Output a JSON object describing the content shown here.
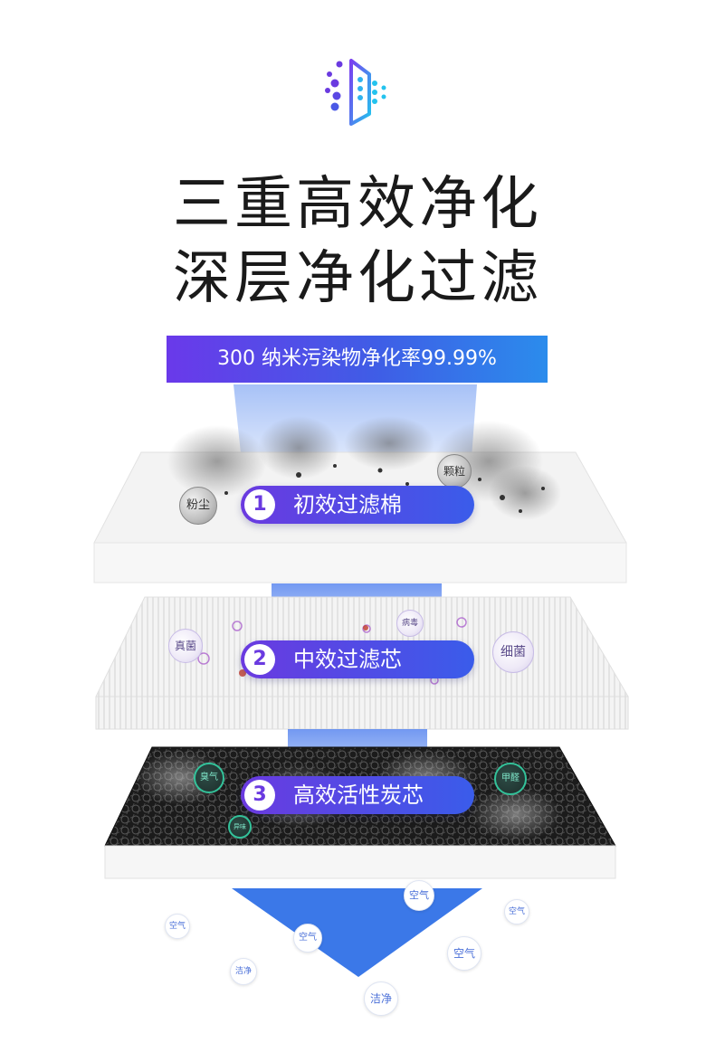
{
  "headline": {
    "line1": "三重高效净化",
    "line2": "深层净化过滤"
  },
  "banner": {
    "text": "300 纳米污染物净化率99.99%"
  },
  "colors": {
    "accent_purple": "#6a39ea",
    "accent_blue": "#3f5de6",
    "arrow_blue": "#3b78e8"
  },
  "icons": {
    "logo": "purification-filter-icon",
    "down_arrow": "downward-flow-arrow"
  },
  "layers": [
    {
      "number": "1",
      "label": "初效过滤棉",
      "particles": [
        "粉尘",
        "颗粒"
      ]
    },
    {
      "number": "2",
      "label": "中效过滤芯",
      "particles": [
        "真菌",
        "病毒",
        "细菌"
      ]
    },
    {
      "number": "3",
      "label": "高效活性炭芯",
      "particles": [
        "臭气",
        "甲醛",
        "异味"
      ]
    }
  ],
  "output": {
    "bubbles": [
      "空气",
      "空气",
      "空气",
      "空气",
      "空气",
      "洁净",
      "洁净"
    ]
  }
}
